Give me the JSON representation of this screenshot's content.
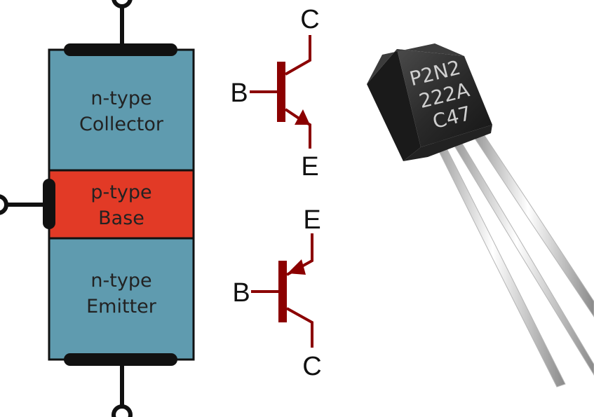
{
  "diagram": {
    "layers": [
      {
        "line1": "n-type",
        "line2": "Collector",
        "color": "#5f9baf"
      },
      {
        "line1": "p-type",
        "line2": "Base",
        "color": "#e23a26"
      },
      {
        "line1": "n-type",
        "line2": "Emitter",
        "color": "#5f9baf"
      }
    ]
  },
  "symbols": {
    "npn": {
      "c": "C",
      "b": "B",
      "e": "E"
    },
    "pnp": {
      "e": "E",
      "b": "B",
      "c": "C"
    },
    "color": "#8b0000"
  },
  "package": {
    "marking_lines": [
      "P2N2",
      "222A",
      "C47"
    ]
  }
}
